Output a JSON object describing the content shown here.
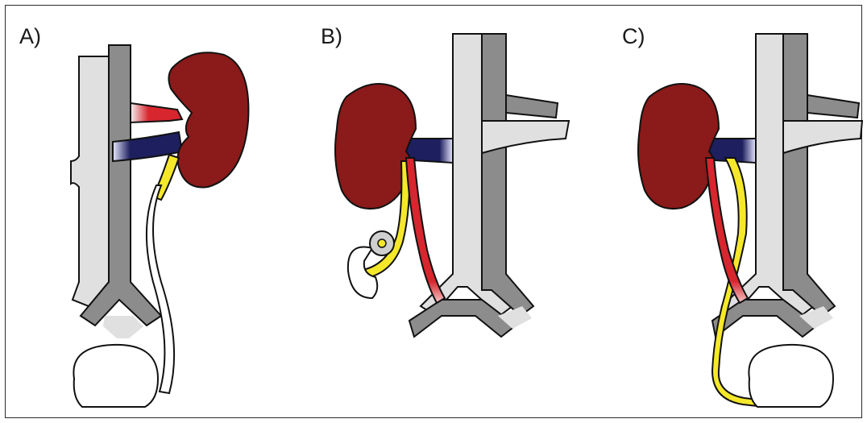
{
  "panels": [
    {
      "label": "A)"
    },
    {
      "label": "B)"
    },
    {
      "label": "C)"
    }
  ],
  "colors": {
    "kidney": "#8b1a1a",
    "artery": "#d7262e",
    "vein": "#1d1f5e",
    "ureter": "#f5e82a",
    "vessel_dark": "#8c8c8c",
    "vessel_light": "#e0e0e0",
    "outline": "#111111"
  }
}
